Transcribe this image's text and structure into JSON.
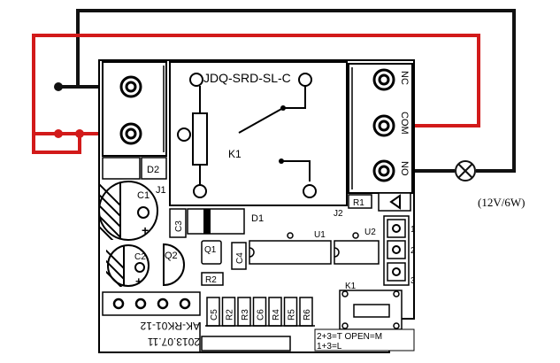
{
  "relay": {
    "model": "JDQ-SRD-SL-C",
    "coil_label": "K1"
  },
  "terminals": {
    "no": "NC",
    "com": "COM",
    "nc": "NO"
  },
  "lamp_label": "(12V/6W)",
  "parts": {
    "d2": "D2",
    "j1": "J1",
    "c1": "C1",
    "c2": "C2",
    "c3": "C3",
    "c4": "C4",
    "d1": "D1",
    "q1": "Q1",
    "q2": "Q2",
    "r1": "R1",
    "r2": "R2",
    "j2": "J2",
    "u1": "U1",
    "u2": "U2",
    "k1": "K1",
    "plus1": "+",
    "plus2": "+",
    "minus": "−",
    "row_caps": [
      "C5",
      "R2",
      "R3",
      "C6",
      "R4",
      "R5",
      "R6"
    ]
  },
  "jumper_pins": [
    "1",
    "2",
    "3"
  ],
  "board_text": {
    "model": "AK-RK01-12",
    "date": "2013.07.11",
    "mode_line1": "2+3=T  OPEN=M",
    "mode_line2": "1+3=L"
  },
  "colors": {
    "wire_black": "#111111",
    "wire_red": "#d21a1a",
    "outline": "#000000"
  }
}
